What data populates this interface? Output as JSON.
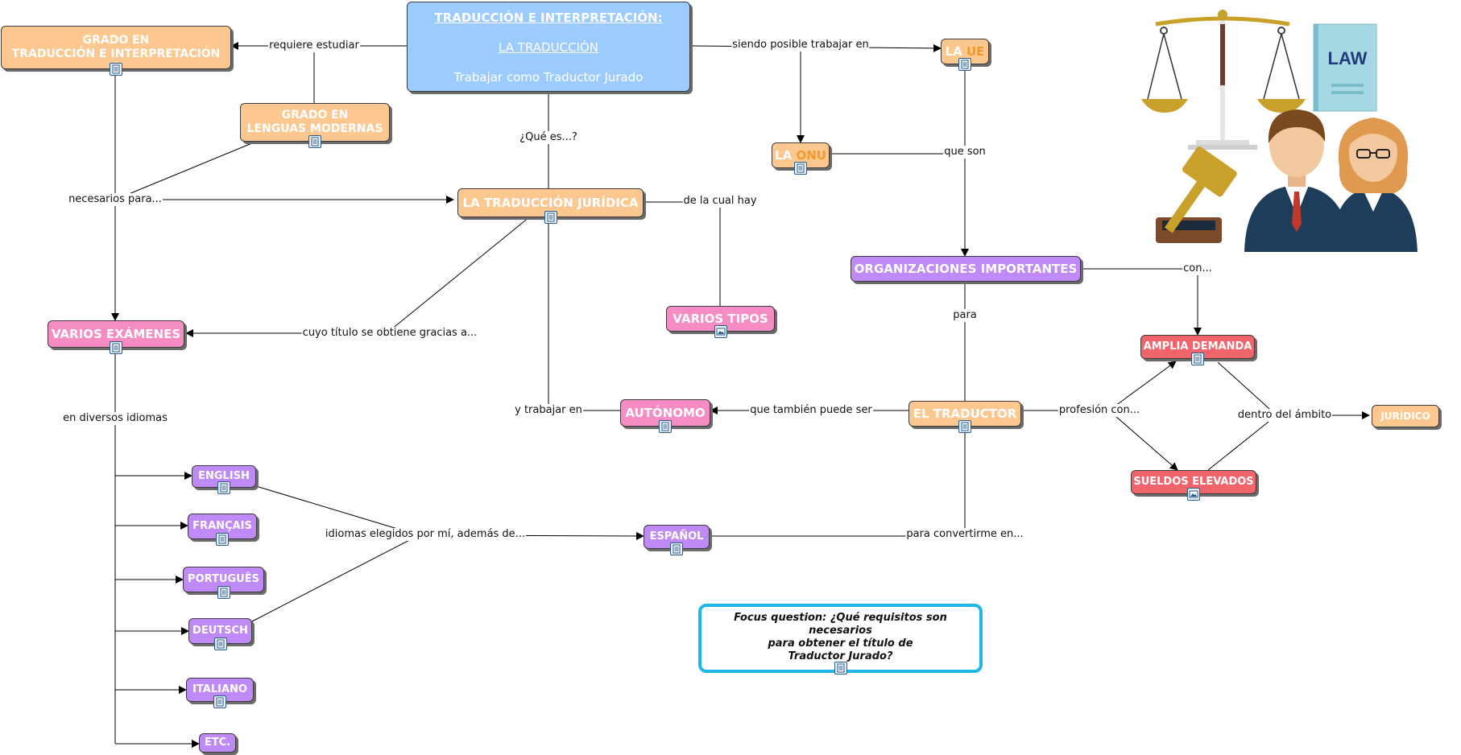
{
  "title_node": {
    "line1": "TRADUCCIÓN E INTERPRETACIÓN:",
    "line2": "LA TRADUCCIÓN",
    "line3": "Trabajar como Traductor Jurado"
  },
  "nodes": {
    "grado_ti": [
      "GRADO EN",
      "TRADUCCIÓN E INTERPRETACIÓN"
    ],
    "grado_lm": [
      "GRADO EN",
      "LENGUAS MODERNAS"
    ],
    "traduccion_juridica": "LA TRADUCCIÓN JURÍDICA",
    "varios_examenes": "VARIOS EXÁMENES",
    "varios_tipos": "VARIOS TIPOS",
    "autonomo": "AUTÓNOMO",
    "la_ue": {
      "prefix": "LA ",
      "accent": "UE"
    },
    "la_onu": {
      "prefix": "LA ",
      "accent": "ONU"
    },
    "organizaciones": "ORGANIZACIONES IMPORTANTES",
    "el_traductor": "EL TRADUCTOR",
    "amplia_demanda": "AMPLIA DEMANDA",
    "sueldos_elevados": "SUELDOS ELEVADOS",
    "juridico": "JURÍDICO",
    "espanol": "ESPAÑOL",
    "languages": [
      "ENGLISH",
      "FRANÇAIS",
      "PORTUGUÊS",
      "DEUTSCH",
      "ITALIANO",
      "ETC."
    ]
  },
  "links": {
    "requiere_estudiar": "requiere estudiar",
    "siendo_posible": "siendo posible trabajar en",
    "que_es": "¿Qué es...?",
    "que_son": "que son",
    "necesarios_para": "necesarios para...",
    "de_la_cual_hay": "de la cual hay",
    "con": "con...",
    "para": "para",
    "cuyo_titulo": "cuyo título se obtiene gracias a...",
    "en_diversos": "en diversos idiomas",
    "y_trabajar_en": "y trabajar en",
    "que_tambien": "que también puede ser",
    "profesion_con": "profesión con...",
    "dentro_del_ambito": "dentro del ámbito",
    "idiomas_elegidos": "idiomas elegidos por mí, además de...",
    "para_convertirme": "para convertirme en..."
  },
  "focus": {
    "line1": "Focus question: ¿Qué requisitos son necesarios",
    "line2": "para obtener el título de",
    "line3": "Traductor Jurado?"
  },
  "illustration": {
    "book_label": "LAW"
  },
  "colors": {
    "orange": "#fdc890",
    "pink": "#f68cc4",
    "purple": "#c08af6",
    "red": "#f0656c",
    "blue": "#9ccbff",
    "focus_border": "#1fb6e8",
    "accent_orange": "#f29a2e"
  },
  "icons": {
    "note": "note-icon",
    "image": "image-icon"
  }
}
